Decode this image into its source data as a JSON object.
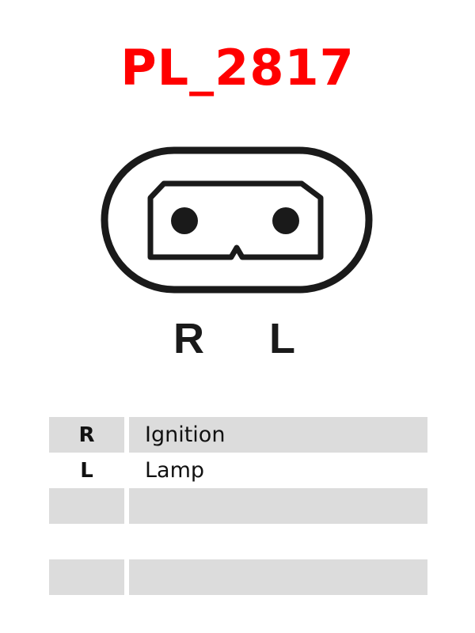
{
  "title": "PL_2817",
  "colors": {
    "title": "#ff0000",
    "row_shade": "#dcdcdc",
    "outline": "#1a1a1a"
  },
  "connector": {
    "pin_labels": [
      "R",
      "L"
    ],
    "pin_count": 2
  },
  "table": {
    "rows": [
      {
        "pin": "R",
        "function": "Ignition",
        "shaded": true
      },
      {
        "pin": "L",
        "function": "Lamp",
        "shaded": false
      },
      {
        "pin": "",
        "function": "",
        "shaded": true
      },
      {
        "pin": "",
        "function": "",
        "shaded": false
      },
      {
        "pin": "",
        "function": "",
        "shaded": true
      }
    ]
  }
}
